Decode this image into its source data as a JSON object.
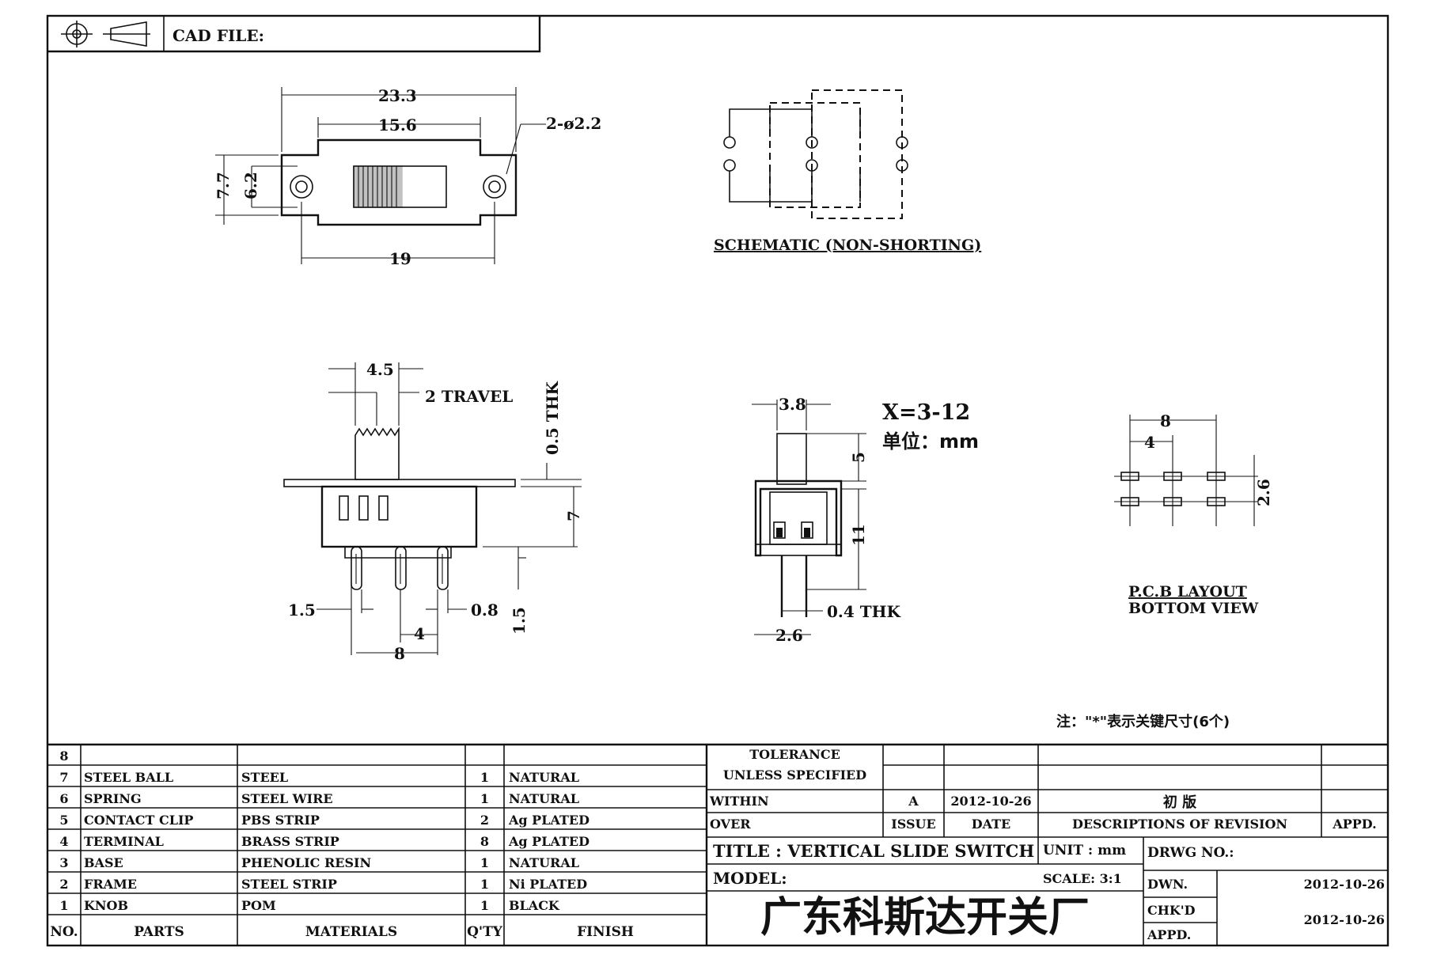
{
  "header": {
    "cad_file_label": "CAD FILE:"
  },
  "top_view": {
    "dim_overall": "23.3",
    "dim_slot": "15.6",
    "dim_holes": "2-ø2.2",
    "dim_height": "7.7",
    "dim_inner_height": "6.2",
    "dim_pitch": "19"
  },
  "schematic": {
    "caption": "SCHEMATIC (NON-SHORTING)"
  },
  "side_view": {
    "dim_actuator": "4.5",
    "dim_travel": "2 TRAVEL",
    "dim_thk": "0.5 THK",
    "dim_body": "7",
    "dim_pin_left": "1.5",
    "dim_pin_width": "0.8",
    "dim_pin_len": "1.5",
    "dim_pitch": "4",
    "dim_total": "8"
  },
  "end_view": {
    "dim_actuator": "3.8",
    "dim_x": "5",
    "dim_body": "11",
    "dim_thk": "0.4 THK",
    "dim_width": "2.6",
    "x_range": "X=3-12",
    "unit_note": "单位：mm"
  },
  "pcb": {
    "dim_total": "8",
    "dim_pitch": "4",
    "dim_row": "2.6",
    "caption_line1": "P.C.B LAYOUT",
    "caption_line2": "BOTTOM  VIEW"
  },
  "note": "注：\"*\"表示关键尺寸(6个)",
  "bom": {
    "headers": {
      "no": "NO.",
      "parts": "PARTS",
      "materials": "MATERIALS",
      "qty": "Q'TY",
      "finish": "FINISH"
    },
    "rows": [
      {
        "no": "8",
        "part": "",
        "material": "",
        "qty": "",
        "finish": ""
      },
      {
        "no": "7",
        "part": "STEEL BALL",
        "material": "STEEL",
        "qty": "1",
        "finish": "NATURAL"
      },
      {
        "no": "6",
        "part": "SPRING",
        "material": "STEEL WIRE",
        "qty": "1",
        "finish": "NATURAL"
      },
      {
        "no": "5",
        "part": "CONTACT CLIP",
        "material": "PBS STRIP",
        "qty": "2",
        "finish": "Ag PLATED"
      },
      {
        "no": "4",
        "part": "TERMINAL",
        "material": "BRASS STRIP",
        "qty": "8",
        "finish": "Ag PLATED"
      },
      {
        "no": "3",
        "part": "BASE",
        "material": "PHENOLIC RESIN",
        "qty": "1",
        "finish": "NATURAL"
      },
      {
        "no": "2",
        "part": "FRAME",
        "material": "STEEL STRIP",
        "qty": "1",
        "finish": "Ni PLATED"
      },
      {
        "no": "1",
        "part": "KNOB",
        "material": "POM",
        "qty": "1",
        "finish": "BLACK"
      }
    ]
  },
  "title_block": {
    "tolerance_line1": "TOLERANCE",
    "tolerance_line2": "UNLESS  SPECIFIED",
    "within": "WITHIN",
    "over": "OVER",
    "issue_value": "A",
    "date_value": "2012-10-26",
    "revision_value": "初  版",
    "issue_label": "ISSUE",
    "date_label": "DATE",
    "revision_label": "DESCRIPTIONS  OF  REVISION",
    "appd_label": "APPD.",
    "title": "TITLE :   VERTICAL  SLIDE  SWITCH",
    "unit": "UNIT :   mm",
    "drwg_no": "DRWG  NO.:",
    "model": "MODEL:",
    "scale": "SCALE:   3:1",
    "company": "广东科斯达开关厂",
    "dwn_label": "DWN.",
    "dwn_date": "2012-10-26",
    "chkd_label": "CHK'D",
    "appd2_label": "APPD.",
    "chkd_date": "2012-10-26"
  }
}
